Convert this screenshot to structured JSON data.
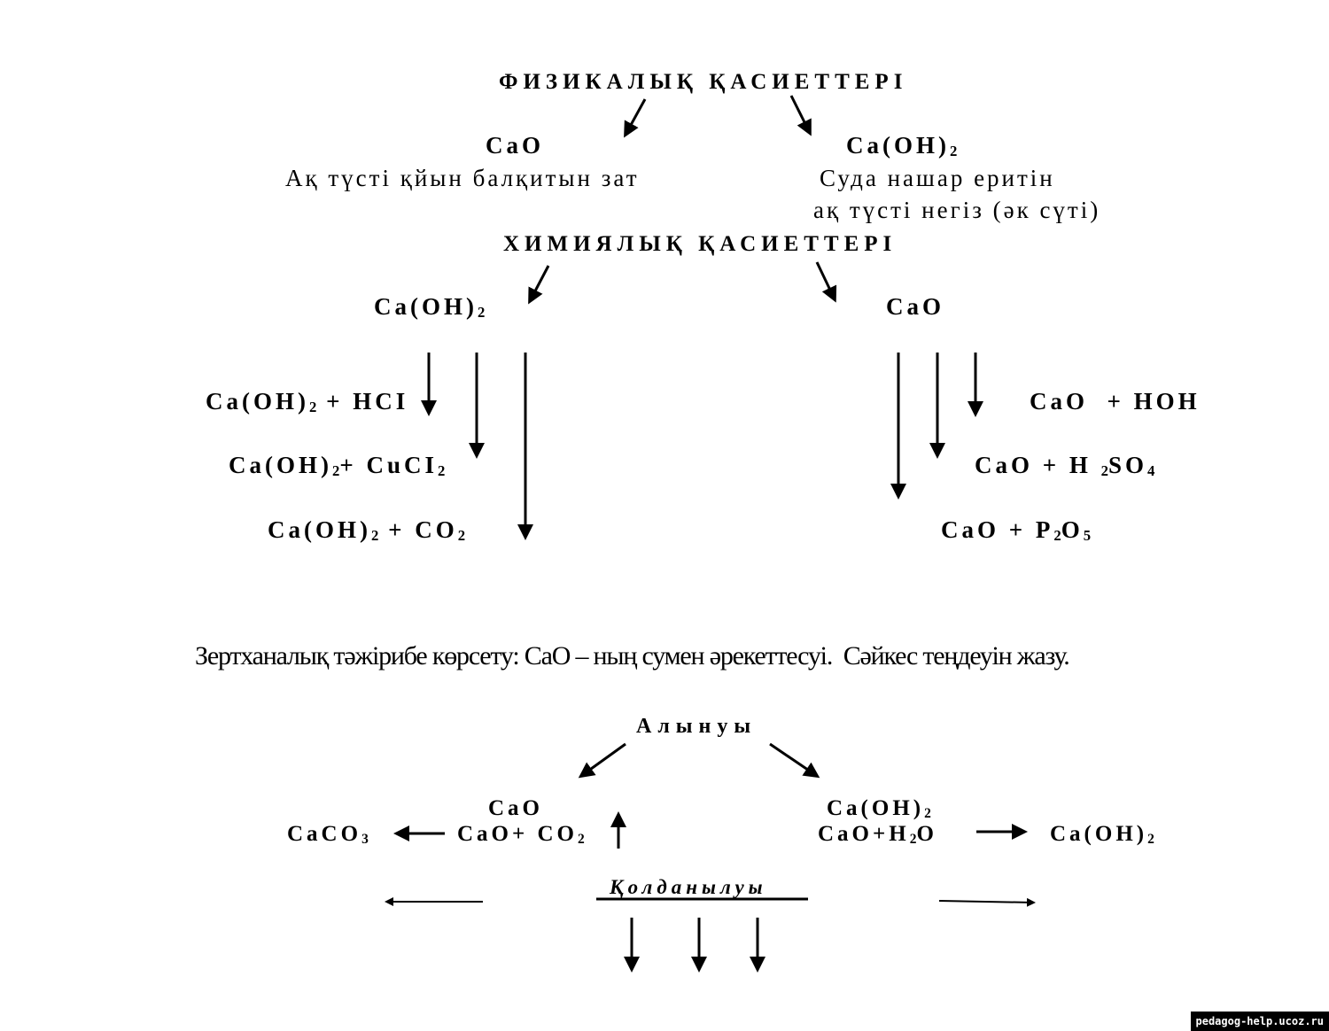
{
  "physical": {
    "title": "ФИЗИКАЛЫҚ ҚАСИЕТТЕРІ",
    "left_formula": "CaO",
    "left_desc": "Ақ түсті қйын балқитын зат",
    "right_formula_main": "Ca(OH)",
    "right_formula_sub": "2",
    "right_desc_line1": "Суда нашар еритін",
    "right_desc_line2": "ақ түсті негіз (әк сүті)"
  },
  "chemical": {
    "title": "ХИМИЯЛЫҚ ҚАСИЕТТЕРІ",
    "left_formula_main": "Ca(OH)",
    "left_formula_sub": "2",
    "right_formula": "CaO",
    "reactions_left": [
      {
        "pre": "Ca(OH)",
        "sub": "2",
        "post": " + HCI"
      },
      {
        "pre": "Ca(OH)",
        "sub": "2",
        "mid": "+ CuCI",
        "sub2": "2"
      },
      {
        "pre": "Ca(OH)",
        "sub": "2",
        "mid": " + CO",
        "sub2": "2"
      }
    ],
    "reactions_right": [
      {
        "text": "CaO  + HOH"
      },
      {
        "pre": "CaO + H ",
        "sub": "2",
        "mid": "SO",
        "sub2": "4"
      },
      {
        "pre": "CaO + P",
        "sub": "2",
        "mid": "O",
        "sub2": "5"
      }
    ]
  },
  "caption": "Зертханалық тәжірибе көрсету: CaO – ның сумен әрекеттесуі.  Сәйкес теңдеуін жазу.",
  "obtaining": {
    "title": "Алынуы",
    "cao_label": "CaO",
    "caco3_pre": "CaCO",
    "caco3_sub": "3",
    "cao_eq_pre": "CaO+ CO",
    "cao_eq_sub": "2",
    "caoh2_label_pre": "Ca(OH)",
    "caoh2_label_sub": "2",
    "caoh2_eq_pre": "CaO+H",
    "caoh2_eq_sub": "2",
    "caoh2_eq_post": "O",
    "caoh2_product_pre": "Ca(OH)",
    "caoh2_product_sub": "2"
  },
  "usage": {
    "title": "Қолданылуы"
  },
  "watermark": "pedagog-help.ucoz.ru"
}
